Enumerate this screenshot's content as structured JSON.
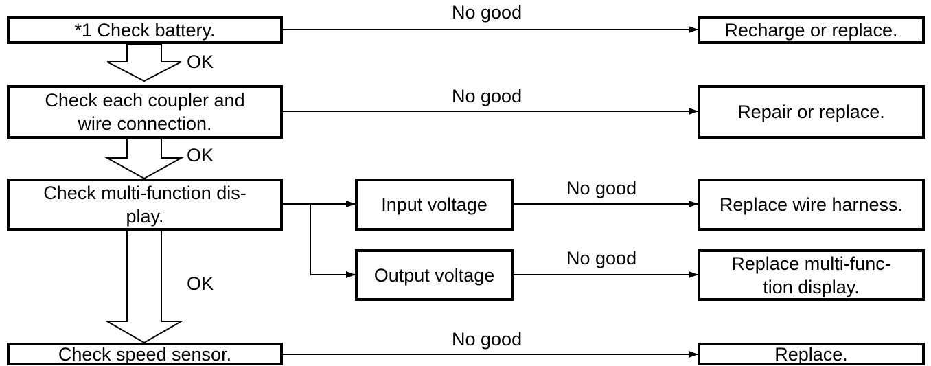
{
  "nodes": {
    "check_battery": "*1 Check battery.",
    "recharge_or_replace": "Recharge or replace.",
    "check_coupler": "Check each coupler and\nwire connection.",
    "repair_or_replace": "Repair or replace.",
    "check_display": "Check multi-function dis-\nplay.",
    "input_voltage": "Input voltage",
    "replace_wire_harness": "Replace wire harness.",
    "output_voltage": "Output voltage",
    "replace_display": "Replace multi-func-\ntion display.",
    "check_speed_sensor": "Check speed sensor.",
    "replace": "Replace."
  },
  "labels": {
    "no_good": "No good",
    "ok": "OK"
  }
}
